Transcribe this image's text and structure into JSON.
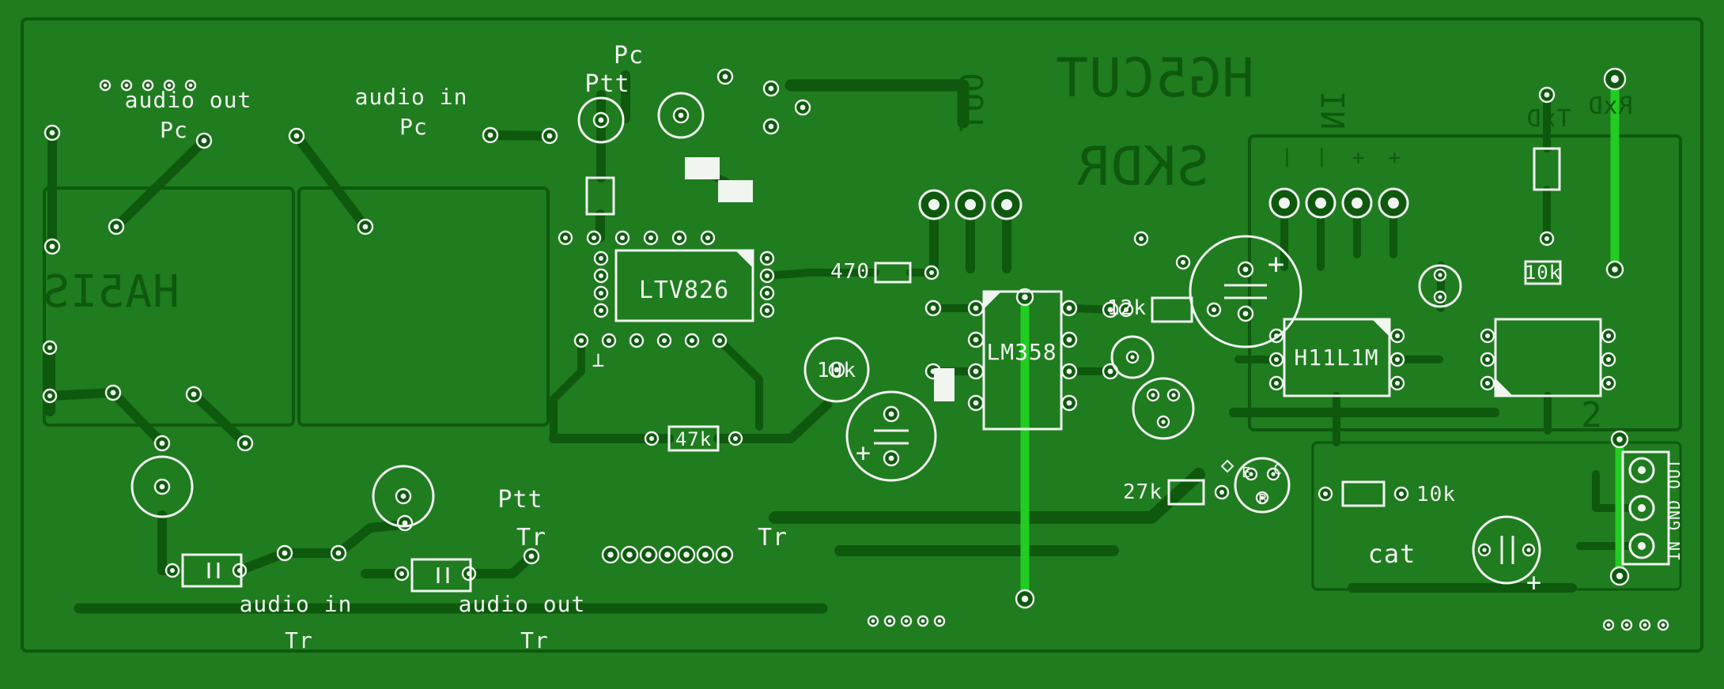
{
  "colors": {
    "board": "#1f7c1f",
    "outer": "#1b701b",
    "trace": "#0e590e",
    "bright": "#21cd21",
    "silk": "#f0f5f0"
  },
  "labels": [
    {
      "id": "audio-out-top",
      "text": "audio out"
    },
    {
      "id": "pc-top-1",
      "text": "Pc"
    },
    {
      "id": "audio-in-top",
      "text": "audio in"
    },
    {
      "id": "pc-top-2",
      "text": "Pc"
    },
    {
      "id": "pc-mid",
      "text": "Pc"
    },
    {
      "id": "ptt-mid",
      "text": "Ptt"
    },
    {
      "id": "out-vertical",
      "text": "OUT"
    },
    {
      "id": "hg5cut",
      "text": "HG5CUT"
    },
    {
      "id": "skdr",
      "text": "SKDR"
    },
    {
      "id": "ha5is",
      "text": "HA5IS"
    },
    {
      "id": "in-vertical",
      "text": "IN"
    },
    {
      "id": "rxd",
      "text": "RxD"
    },
    {
      "id": "txd",
      "text": "TxD"
    },
    {
      "id": "ltv826",
      "text": "LTV826"
    },
    {
      "id": "r470",
      "text": "470"
    },
    {
      "id": "r12k",
      "text": "12k"
    },
    {
      "id": "lm358",
      "text": "LM358"
    },
    {
      "id": "r10k-trimmer",
      "text": "10k"
    },
    {
      "id": "r47k",
      "text": "47k"
    },
    {
      "id": "r27k",
      "text": "27k"
    },
    {
      "id": "h11l1m",
      "text": "H11L1M"
    },
    {
      "id": "e-label",
      "text": "E"
    },
    {
      "id": "c-label",
      "text": "C"
    },
    {
      "id": "b-label",
      "text": "B"
    },
    {
      "id": "r10k-bottom",
      "text": "10k"
    },
    {
      "id": "r10k-right",
      "text": "10k"
    },
    {
      "id": "cat-label",
      "text": "cat"
    },
    {
      "id": "in-gnd-out",
      "text": "IN GND OUT"
    },
    {
      "id": "digit-2",
      "text": "2"
    },
    {
      "id": "ptt-bottom",
      "text": "Ptt"
    },
    {
      "id": "tr-bottom-1",
      "text": "Tr"
    },
    {
      "id": "tr-mid",
      "text": "Tr"
    },
    {
      "id": "audio-in-bottom",
      "text": "audio in"
    },
    {
      "id": "tr-bottom-2",
      "text": "Tr"
    },
    {
      "id": "audio-out-bottom",
      "text": "audio out"
    },
    {
      "id": "tr-bottom-3",
      "text": "Tr"
    },
    {
      "id": "plus-cap-top",
      "text": "+"
    },
    {
      "id": "plus-cap-mid",
      "text": "+"
    },
    {
      "id": "plus-cap-bottom",
      "text": "+"
    },
    {
      "id": "pol-1",
      "text": "|"
    },
    {
      "id": "pol-2",
      "text": "|"
    },
    {
      "id": "pol-3",
      "text": "+"
    },
    {
      "id": "pol-4",
      "text": "+"
    },
    {
      "id": "gnd-mark",
      "text": "⊥"
    }
  ]
}
